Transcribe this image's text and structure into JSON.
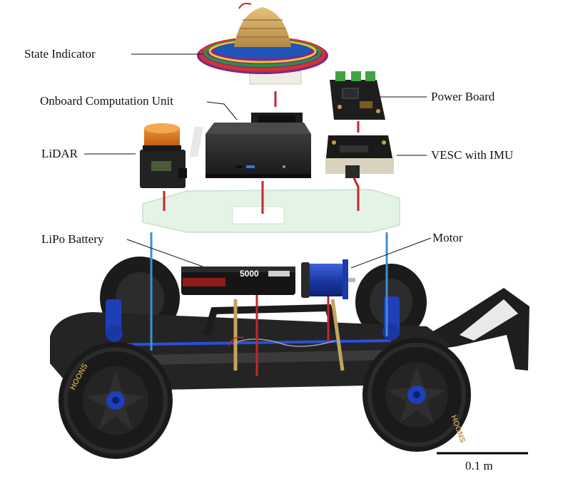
{
  "labels": {
    "state_indicator": "State Indicator",
    "onboard_computation_unit": "Onboard Computation Unit",
    "lidar": "LiDAR",
    "power_board": "Power Board",
    "vesc_with_imu": "VESC with IMU",
    "lipo_battery": "LiPo Battery",
    "motor": "Motor"
  },
  "scale_bar": {
    "label": "0.1 m"
  },
  "battery_print": {
    "capacity": "5000"
  },
  "tire_print": "HOONS",
  "colors": {
    "connector_red": "#c4262e",
    "connector_blue": "#3d8fd6",
    "chassis": "#2b2b2b",
    "anodized_blue": "#1d3fb5",
    "lidar_orange": "#e07a1f",
    "pcb_green": "#2f6b3a"
  }
}
